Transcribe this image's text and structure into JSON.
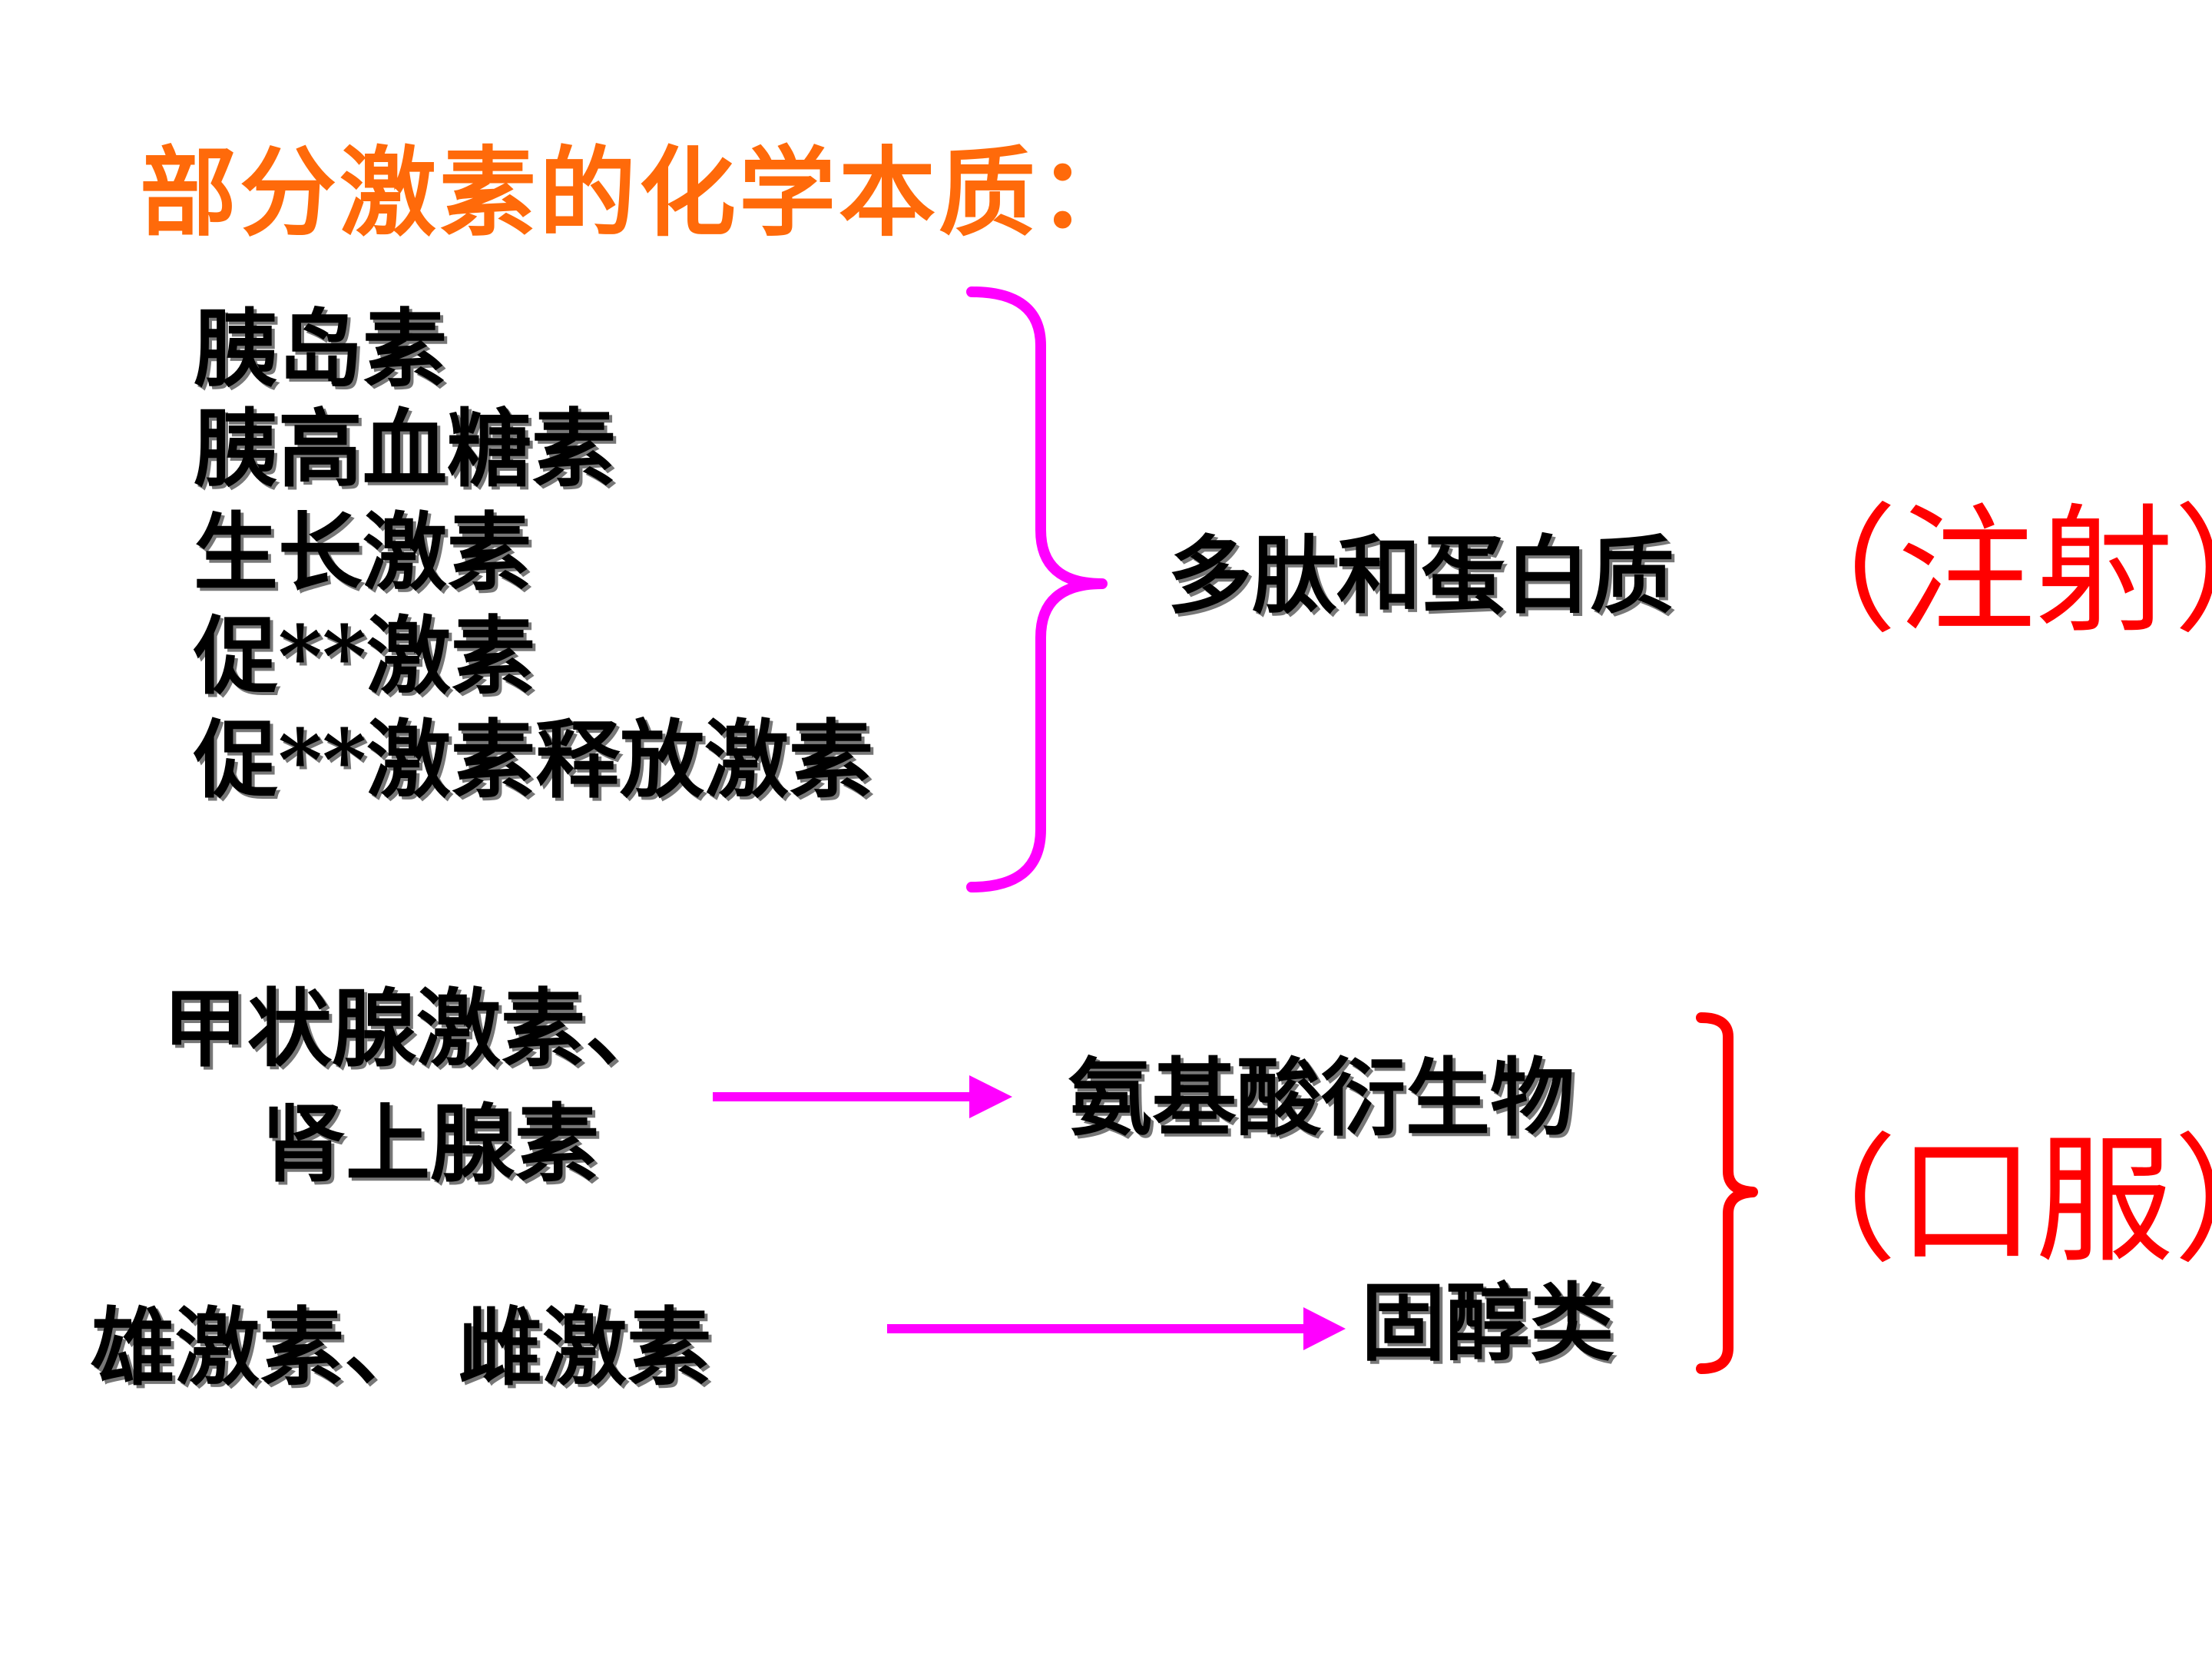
{
  "title": "部分激素的化学本质：",
  "group1": {
    "items": [
      "胰岛素",
      "胰高血糖素",
      "生长激素",
      "促**激素",
      "促**激素释放激素"
    ],
    "category": "多肽和蛋白质",
    "route": "（注射）",
    "brace_color": "#ff00ff"
  },
  "group2": {
    "line1": "甲状腺激素、",
    "line2": "肾上腺素",
    "category": "氨基酸衍生物"
  },
  "group3": {
    "label": "雄激素、 雌激素",
    "category": "固醇类"
  },
  "oral_route": "（口服）",
  "colors": {
    "title": "#ff6a0a",
    "arrow": "#ff00ff",
    "route": "#ff0000",
    "text": "#000000"
  }
}
